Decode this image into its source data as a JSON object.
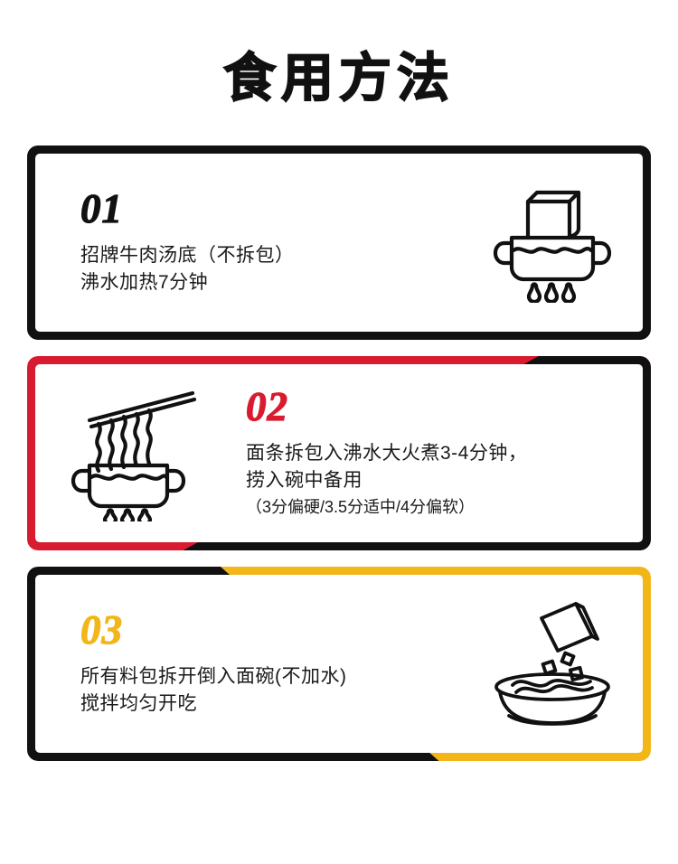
{
  "header": {
    "title": "食用方法"
  },
  "colors": {
    "black": "#111111",
    "red": "#d91b2f",
    "yellow": "#f2b619",
    "background": "#ffffff"
  },
  "steps": [
    {
      "number": "01",
      "accent": "#111111",
      "icon_name": "pot-with-soup-packet-icon",
      "lines": [
        "招牌牛肉汤底（不拆包）",
        "沸水加热7分钟"
      ],
      "note": ""
    },
    {
      "number": "02",
      "accent": "#d91b2f",
      "icon_name": "pot-with-noodles-chopsticks-icon",
      "lines": [
        "面条拆包入沸水大火煮3-4分钟，",
        "捞入碗中备用"
      ],
      "note": "（3分偏硬/3.5分适中/4分偏软）"
    },
    {
      "number": "03",
      "accent": "#f2b619",
      "icon_name": "seasoning-packet-into-bowl-icon",
      "lines": [
        "所有料包拆开倒入面碗(不加水)",
        "搅拌均匀开吃"
      ],
      "note": ""
    }
  ]
}
